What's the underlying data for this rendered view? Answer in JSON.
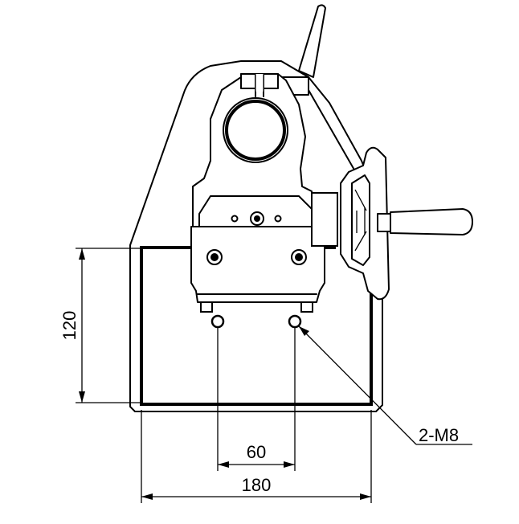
{
  "dimensions": {
    "height": "120",
    "hole_spacing": "60",
    "base_width": "180",
    "hole_callout": "2-M8"
  },
  "colors": {
    "line": "#000000",
    "background": "#ffffff"
  }
}
